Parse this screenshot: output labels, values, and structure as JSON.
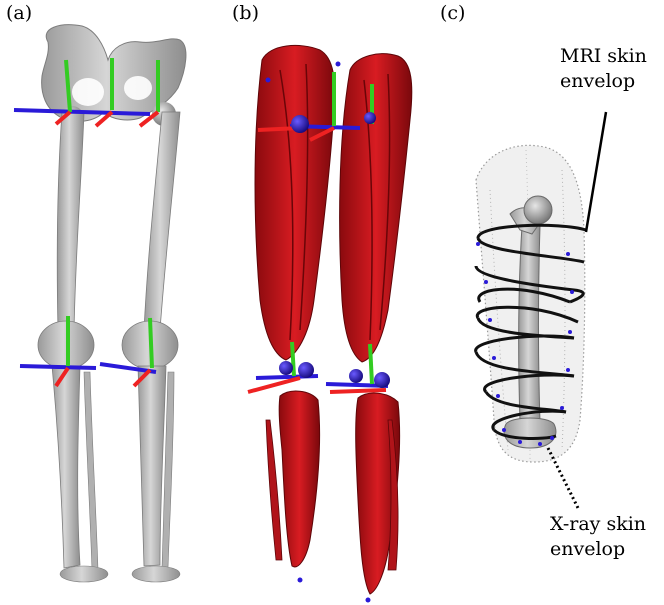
{
  "panels": [
    {
      "label": "(a)"
    },
    {
      "label": "(b)"
    },
    {
      "label": "(c)"
    }
  ],
  "annotations": {
    "mri": {
      "line1": "MRI skin",
      "line2": "envelop"
    },
    "xray": {
      "line1": "X-ray skin",
      "line2": "envelop"
    }
  },
  "colors": {
    "bone": "#bdbdbd",
    "bone_shade": "#8a8a8a",
    "muscle": "#c8141a",
    "muscle_dark": "#8a0a0e",
    "axis_x": "#ee2222",
    "axis_y": "#33cc22",
    "axis_z": "#2a1ad8",
    "marker": "#2a1ad8",
    "helix": "#111111"
  }
}
